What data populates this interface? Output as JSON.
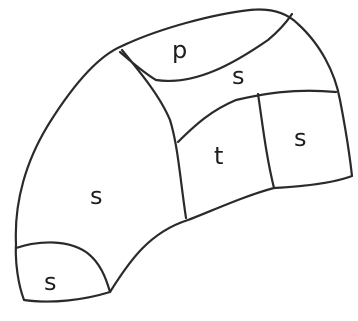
{
  "diagram": {
    "labels": {
      "p_top": "p",
      "s_upper_band": "s",
      "t_middle": "t",
      "s_right": "s",
      "s_large_left": "s",
      "s_bottom_left": "s"
    }
  }
}
